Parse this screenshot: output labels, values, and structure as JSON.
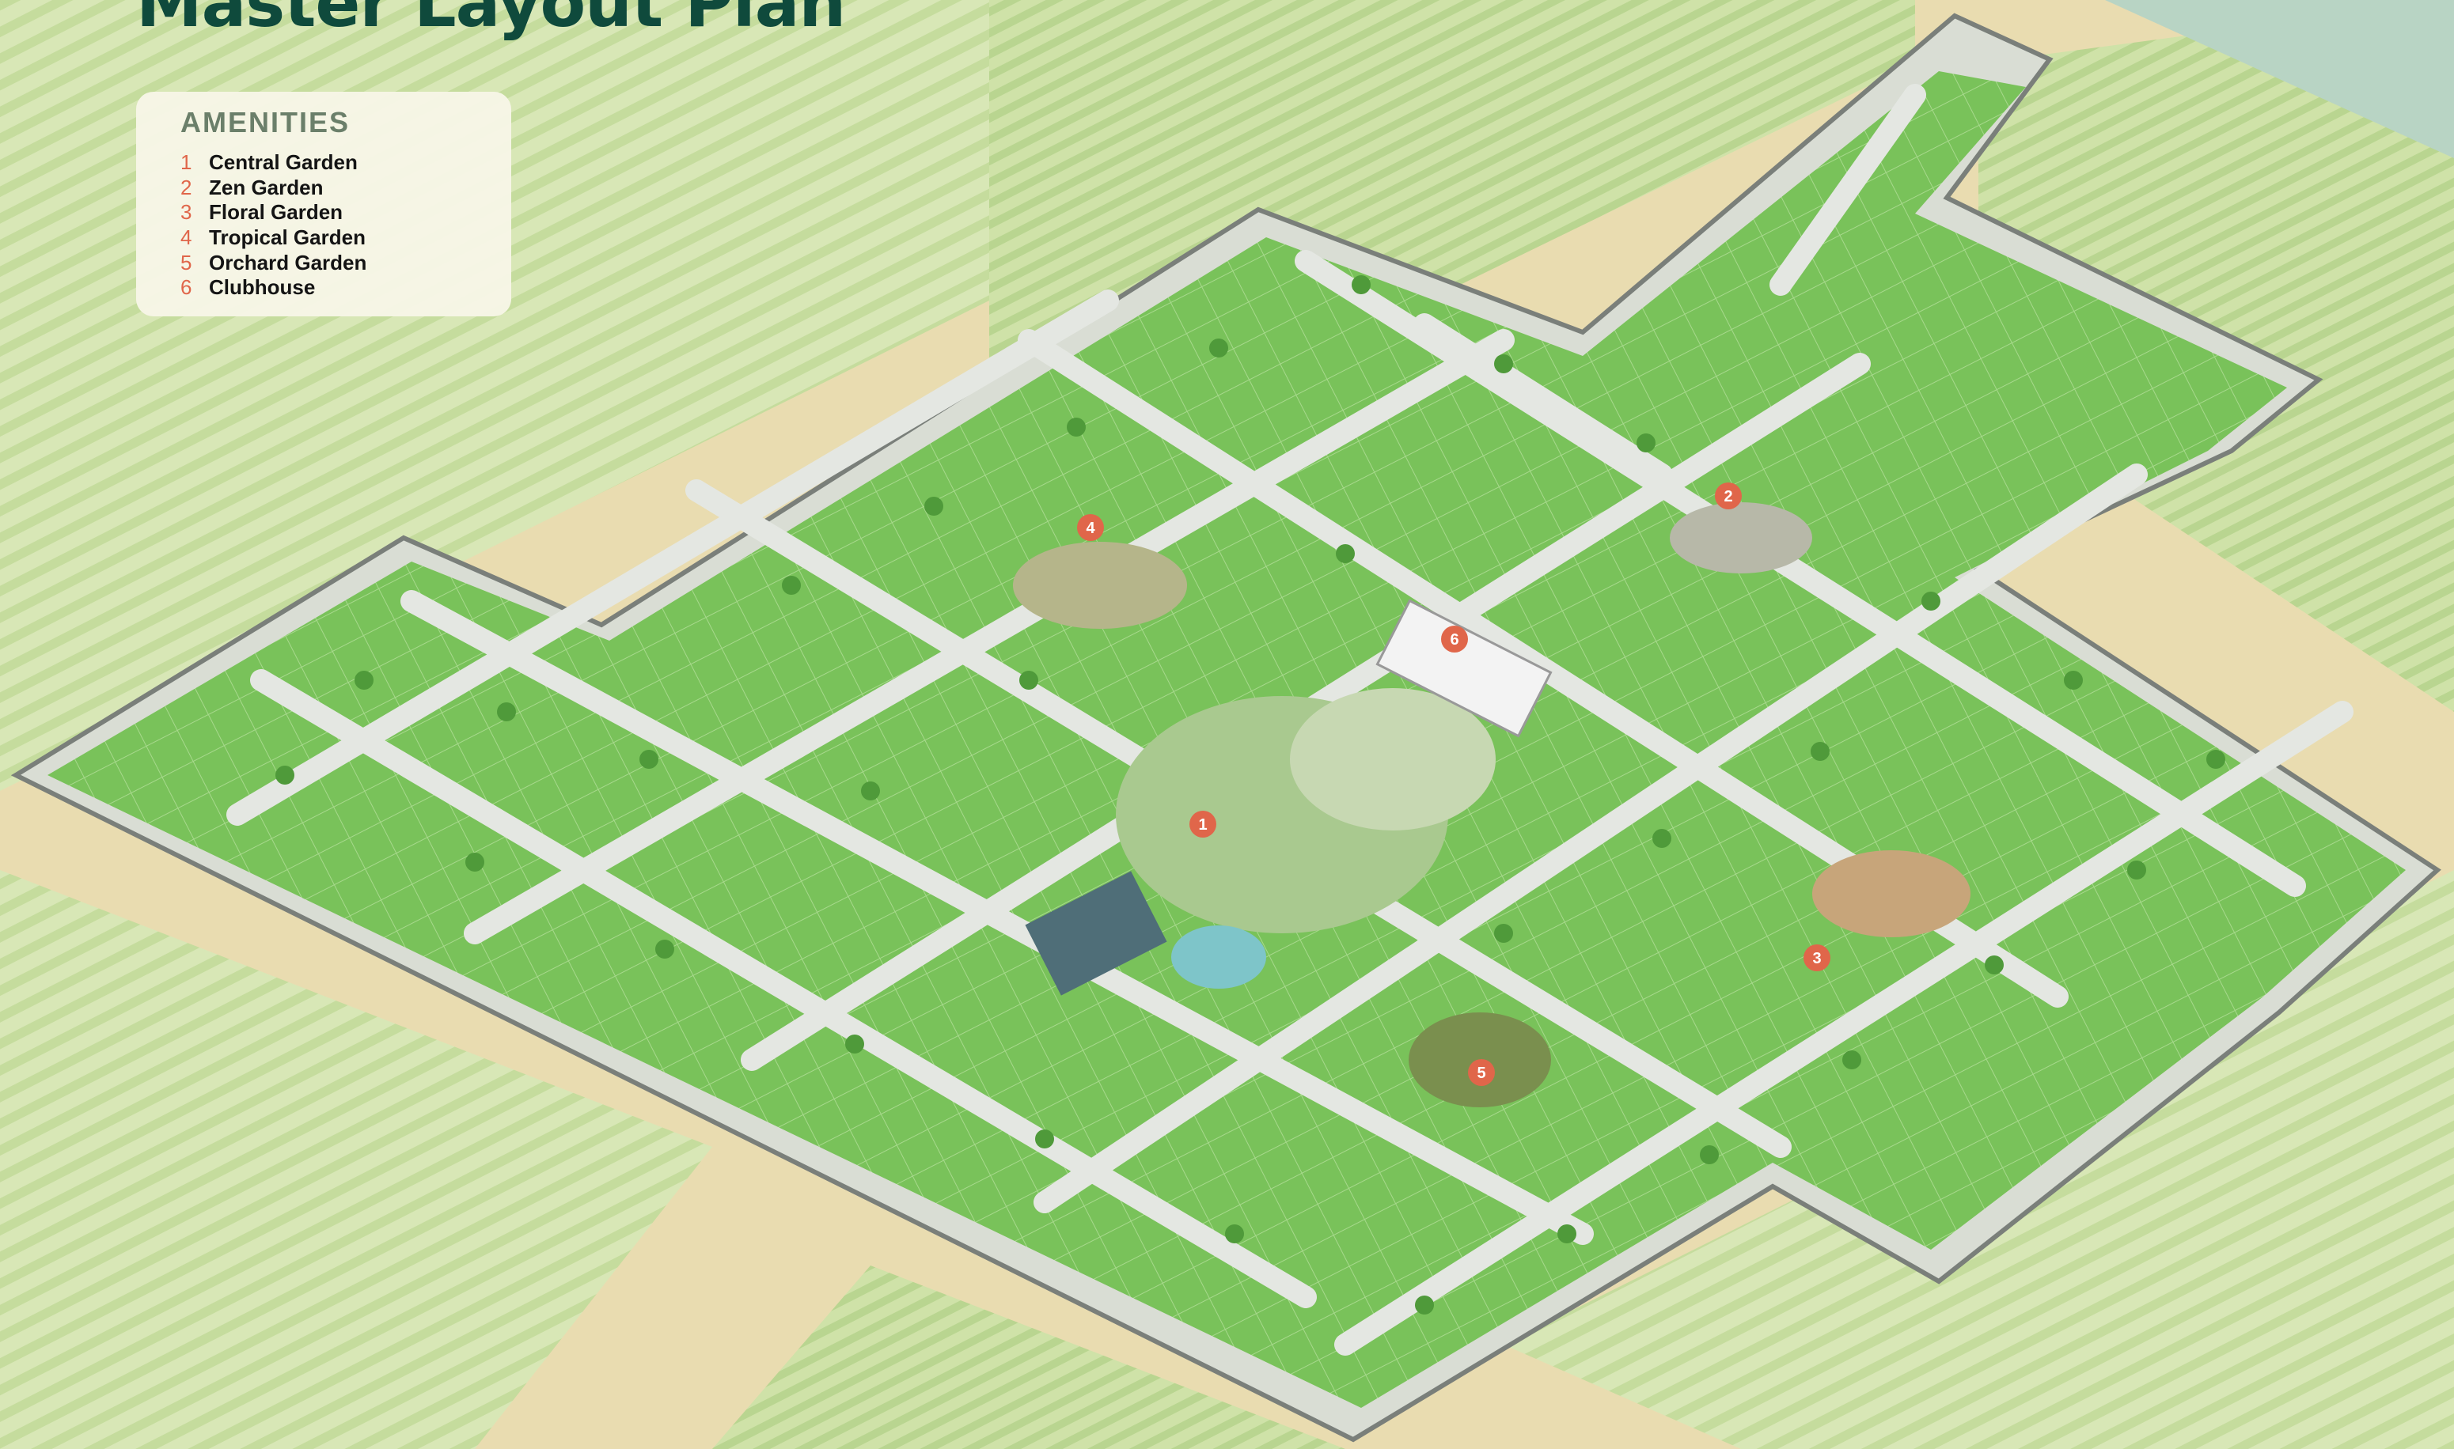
{
  "page": {
    "title": "Master Layout Plan"
  },
  "legend": {
    "heading": "AMENITIES",
    "items": [
      {
        "number": "1",
        "label": "Central Garden"
      },
      {
        "number": "2",
        "label": "Zen Garden"
      },
      {
        "number": "3",
        "label": "Floral Garden"
      },
      {
        "number": "4",
        "label": "Tropical Garden"
      },
      {
        "number": "5",
        "label": "Orchard Garden"
      },
      {
        "number": "6",
        "label": "Clubhouse"
      }
    ]
  },
  "markers": [
    "1",
    "2",
    "3",
    "4",
    "5",
    "6"
  ],
  "colors": {
    "title": "#0f4a3c",
    "legend_number": "#e0664a",
    "marker": "#e0664a",
    "land": "#e9dcb0",
    "field": "#c9dfa3",
    "plot": "#78c257",
    "road": "#e3e6e0",
    "water": "#b8d4c4"
  }
}
